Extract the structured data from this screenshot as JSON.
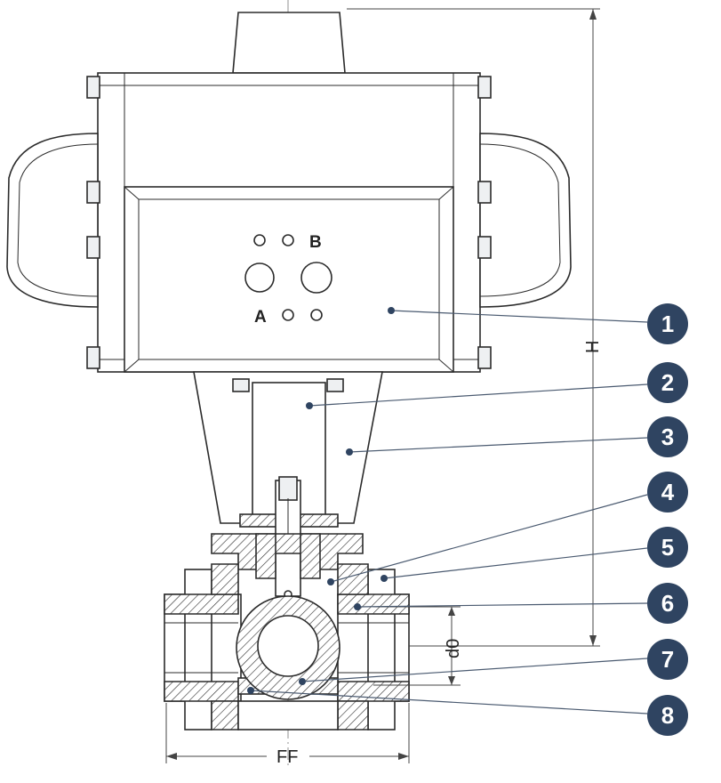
{
  "port_labels": {
    "a": "A",
    "b": "B"
  },
  "dimensions": {
    "height": "H",
    "face_to_face": "FF",
    "bore": "d0"
  },
  "callouts": [
    "1",
    "2",
    "3",
    "4",
    "5",
    "6",
    "7",
    "8"
  ],
  "colors": {
    "badge": "#2f4461",
    "line": "#2b2b2b",
    "hatch": "#2b2b2b"
  }
}
